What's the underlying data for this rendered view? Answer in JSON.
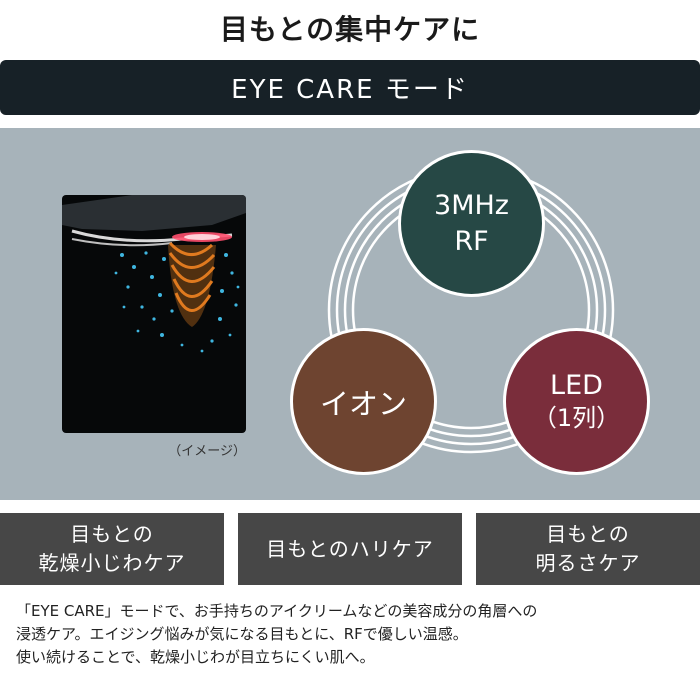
{
  "headline": "目もとの集中ケアに",
  "mode_bar": "EYE CARE モード",
  "photo": {
    "caption": "（イメージ）"
  },
  "technologies": {
    "rf": {
      "line1": "3MHz",
      "line2": "RF",
      "color": "#264845"
    },
    "ion": {
      "label": "イオン",
      "color": "#6e4430"
    },
    "led": {
      "line1": "LED",
      "line2": "（1列）",
      "color": "#7a2d3b"
    }
  },
  "effects": [
    {
      "line1": "目もとの",
      "line2": "乾燥小じわケア"
    },
    {
      "line1": "目もとのハリケア"
    },
    {
      "line1": "目もとの",
      "line2": "明るさケア"
    }
  ],
  "description": [
    "「EYE CARE」モードで、お手持ちのアイクリームなどの美容成分の角層への",
    "浸透ケア。エイジング悩みが気になる目もとに、RFで優しい温感。",
    "使い続けることで、乾燥小じわが目立ちにくい肌へ。"
  ]
}
